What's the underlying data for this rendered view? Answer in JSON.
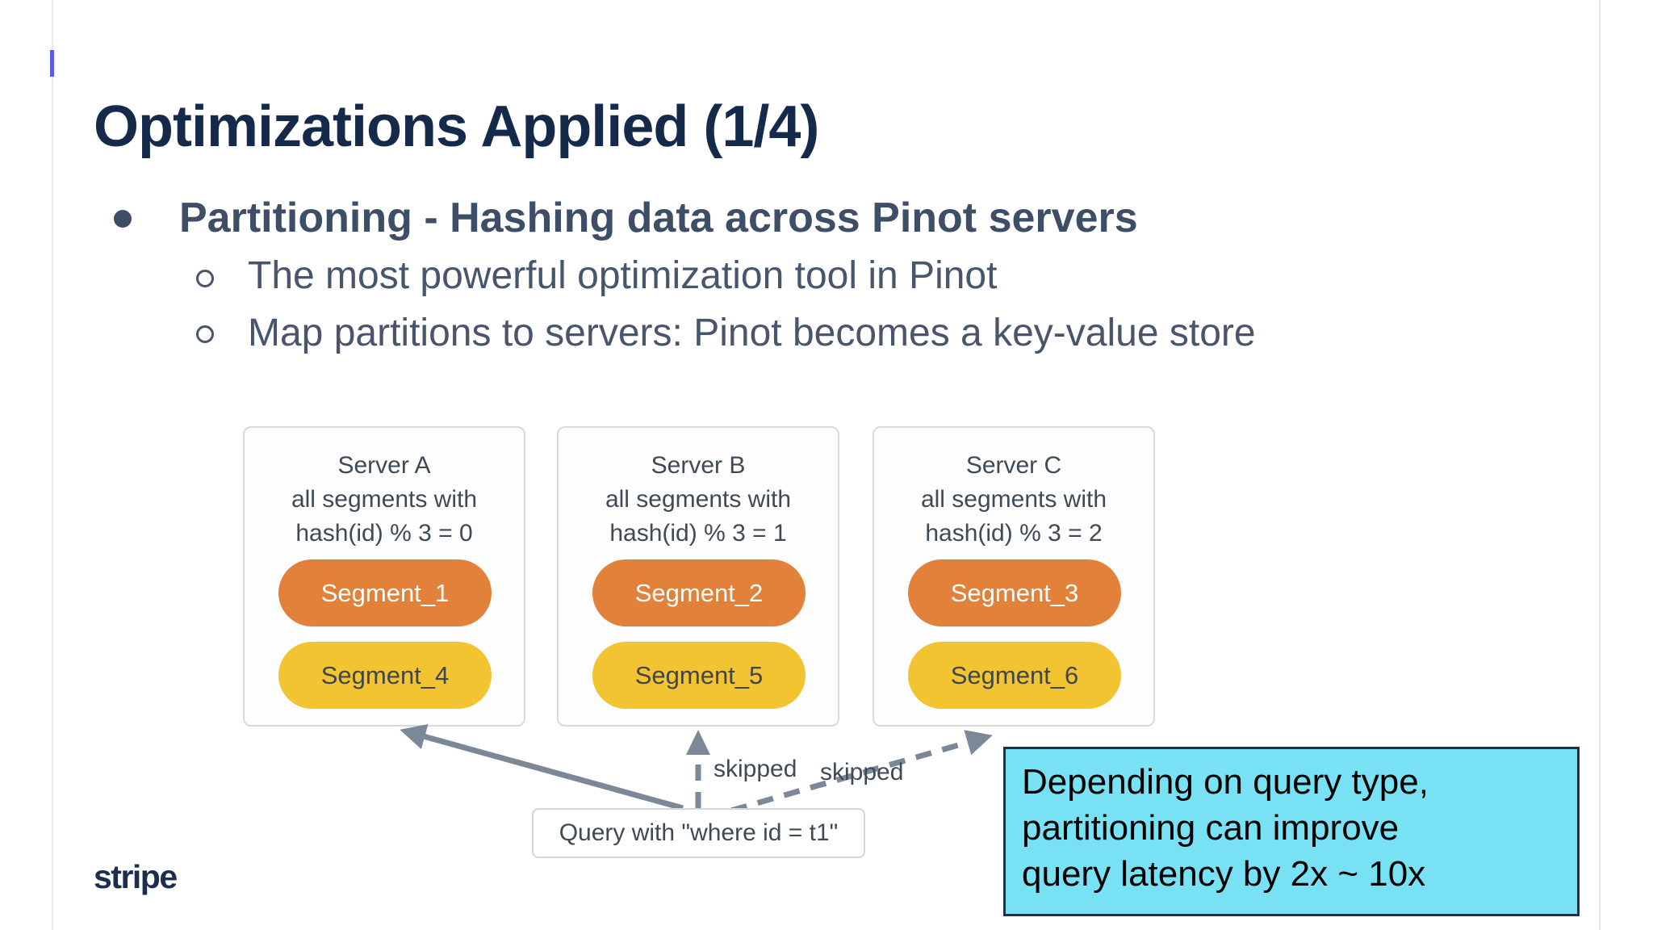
{
  "slide": {
    "title": "Optimizations Applied (1/4)",
    "bullet": "Partitioning - Hashing data across Pinot servers",
    "sub_bullets": [
      "The most powerful optimization tool in Pinot",
      "Map partitions to servers: Pinot becomes a key-value store"
    ]
  },
  "diagram": {
    "servers": [
      {
        "name": "Server A",
        "desc_line1": "all segments with",
        "desc_line2": "hash(id) % 3 = 0",
        "segments": [
          {
            "label": "Segment_1",
            "variant": "orange"
          },
          {
            "label": "Segment_4",
            "variant": "yellow"
          }
        ]
      },
      {
        "name": "Server B",
        "desc_line1": "all segments with",
        "desc_line2": "hash(id) % 3 = 1",
        "segments": [
          {
            "label": "Segment_2",
            "variant": "orange"
          },
          {
            "label": "Segment_5",
            "variant": "yellow"
          }
        ]
      },
      {
        "name": "Server C",
        "desc_line1": "all segments with",
        "desc_line2": "hash(id) % 3 = 2",
        "segments": [
          {
            "label": "Segment_3",
            "variant": "orange"
          },
          {
            "label": "Segment_6",
            "variant": "yellow"
          }
        ]
      }
    ],
    "query_box_label": "Query with \"where id = t1\"",
    "arrow_labels": [
      "skipped",
      "skipped"
    ],
    "colors": {
      "segment_orange": "#e28139",
      "segment_yellow": "#f3c431",
      "arrow_gray": "#7a8897",
      "box_border": "#d8dadb"
    }
  },
  "callout": {
    "lines": [
      "Depending on query type,",
      "partitioning can improve",
      "query latency by 2x ~ 10x"
    ],
    "bg_color": "#79e1f4",
    "border_color": "#1d3349"
  },
  "footer": {
    "logo_text": "stripe"
  }
}
